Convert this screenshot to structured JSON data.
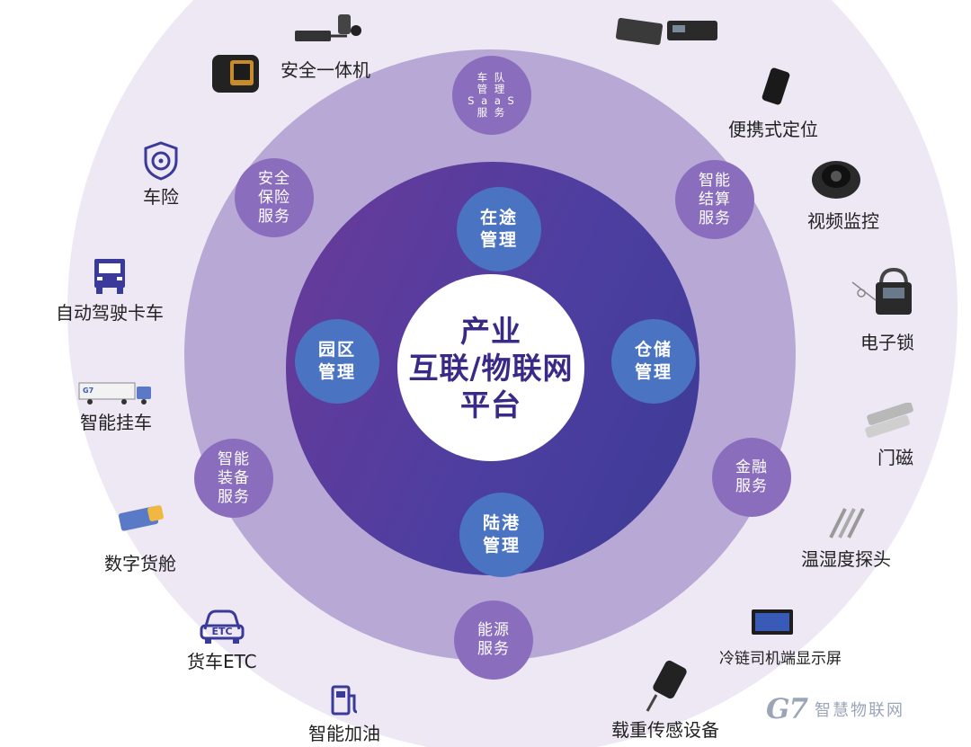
{
  "center": {
    "line1": "产业",
    "line2": "互联/物联网",
    "line3": "平台"
  },
  "management": {
    "top": "在途\n管理",
    "left": "园区\n管理",
    "right": "仓储\n管理",
    "bottom": "陆港\n管理"
  },
  "services": {
    "fleet": "车 队\n管 理\nS a a S\n服 务",
    "safety": "安全\n保险\n服务",
    "settlement": "智能\n结算\n服务",
    "equipment": "智能\n装备\n服务",
    "finance": "金融\n服务",
    "energy": "能源\n服务"
  },
  "devices": {
    "safety_unit": "安全一体机",
    "portable_locator": "便携式定位",
    "insurance": "车险",
    "video": "视频监控",
    "autonomous_truck": "自动驾驶卡车",
    "e_lock": "电子锁",
    "smart_trailer": "智能挂车",
    "door_sensor": "门磁",
    "digital_cabin": "数字货舱",
    "temp_probe": "温湿度探头",
    "truck_etc": "货车ETC",
    "cold_chain_screen": "冷链司机端显示屏",
    "smart_fuel": "智能加油",
    "load_sensor": "载重传感设备"
  },
  "icons": {
    "trailer_brand": "G7",
    "etc_text": "ETC"
  },
  "brand": {
    "logo": "G7",
    "name": "智慧物联网"
  },
  "colors": {
    "outer": "#ede8f4",
    "middle": "#b7a8d5",
    "inner": "#5a3c9c",
    "service_bubble": "#8a6dbd",
    "management_bubble": "#4a74c2",
    "icon": "#3a3a9a"
  }
}
